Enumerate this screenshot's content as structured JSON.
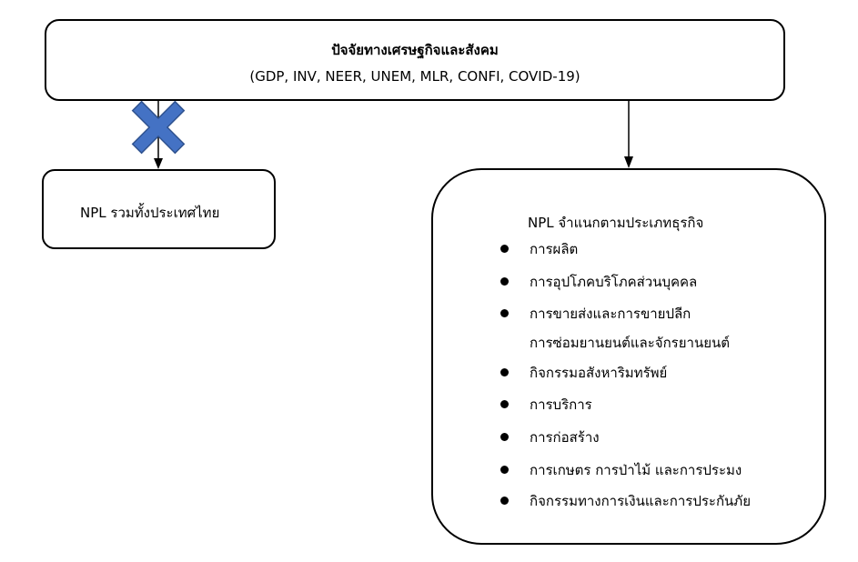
{
  "top_box": {
    "title": "ปัจจัยทางเศรษฐกิจและสังคม",
    "subtitle": "(GDP, INV, NEER, UNEM, MLR, CONFI, COVID-19)"
  },
  "left_box": {
    "label": "NPL รวมทั้งประเทศไทย"
  },
  "right_box": {
    "title": "NPL จำแนกตามประเภทธุรกิจ",
    "items": [
      "การผลิต",
      "การอุปโภคบริโภคส่วนบุคคล",
      "การขายส่งและการขายปลีก",
      "การซ่อมยานยนต์และจักรยานยนต์",
      "กิจกรรมอสังหาริมทรัพย์",
      "การบริการ",
      "การก่อสร้าง",
      "การเกษตร การป่าไม้ และการประมง",
      "กิจกรรมทางการเงินและการประกันภัย"
    ]
  },
  "colors": {
    "cross": "#4472c4",
    "cross_border": "#2f528f"
  }
}
